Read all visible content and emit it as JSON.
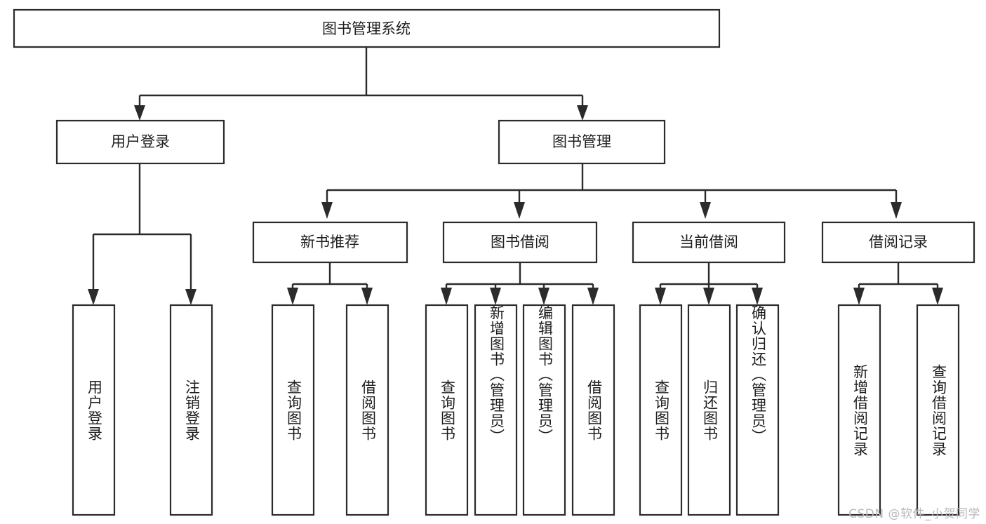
{
  "diagram": {
    "title": "图书管理系统",
    "type": "tree-hierarchy",
    "orientation": "top-down",
    "watermark": "CSDN @软件_小贺同学",
    "colors": {
      "background": "#ffffff",
      "stroke": "#2b2b2b",
      "text": "#1d1d1d",
      "watermark": "#b9b9b9"
    },
    "root": {
      "label": "图书管理系统"
    },
    "level2": [
      {
        "id": "user-login",
        "label": "用户登录"
      },
      {
        "id": "book-manage",
        "label": "图书管理"
      }
    ],
    "level3": [
      {
        "id": "new-book-recommend",
        "label": "新书推荐"
      },
      {
        "id": "book-borrow",
        "label": "图书借阅"
      },
      {
        "id": "current-borrow",
        "label": "当前借阅"
      },
      {
        "id": "borrow-record",
        "label": "借阅记录"
      }
    ],
    "leaves": {
      "user-login": [
        {
          "id": "leaf-user-login",
          "label": "用户登录"
        },
        {
          "id": "leaf-logout-login",
          "label": "注销登录"
        }
      ],
      "new-book-recommend": [
        {
          "id": "leaf-query-book-1",
          "label": "查询图书"
        },
        {
          "id": "leaf-borrow-book-1",
          "label": "借阅图书"
        }
      ],
      "book-borrow": [
        {
          "id": "leaf-query-book-2",
          "label": "查询图书"
        },
        {
          "id": "leaf-add-book",
          "label": "新增图书（管理员）"
        },
        {
          "id": "leaf-edit-book",
          "label": "编辑图书（管理员）"
        },
        {
          "id": "leaf-borrow-book-2",
          "label": "借阅图书"
        }
      ],
      "current-borrow": [
        {
          "id": "leaf-query-book-3",
          "label": "查询图书"
        },
        {
          "id": "leaf-return-book",
          "label": "归还图书"
        },
        {
          "id": "leaf-confirm-return",
          "label": "确认归还（管理员）"
        }
      ],
      "borrow-record": [
        {
          "id": "leaf-add-record",
          "label": "新增借阅记录"
        },
        {
          "id": "leaf-query-record",
          "label": "查询借阅记录"
        }
      ]
    }
  }
}
